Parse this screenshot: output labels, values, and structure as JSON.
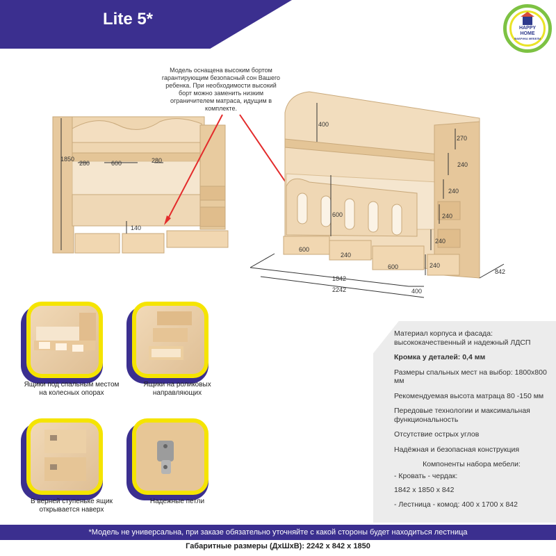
{
  "header": {
    "title": "Lite 5*"
  },
  "logo": {
    "line1": "HAPPY",
    "line2": "HOME",
    "line3": "ФАБРИКА МЕБЕЛИ"
  },
  "note": {
    "text": "Модель оснащена высоким бортом гарантирующим безопасный сон Вашего ребенка. При необходимости высокий борт можно заменить низким ограничителем матраса, идущим в комплекте."
  },
  "dimensions": {
    "left_height": "1850",
    "left_280a": "280",
    "left_600": "600",
    "left_280b": "280",
    "left_140": "140",
    "right_400": "400",
    "right_270": "270",
    "right_240a": "240",
    "right_240b": "240",
    "right_600": "600",
    "right_240c": "240",
    "right_240d": "240",
    "bottom_600a": "600",
    "bottom_240": "240",
    "bottom_600b": "600",
    "bottom_240b": "240",
    "len_1842": "1842",
    "len_2242": "2242",
    "len_400": "400",
    "depth_842": "842"
  },
  "features": [
    {
      "caption": "Ящики под спальным местом на колесных опорах"
    },
    {
      "caption": "Ящики на роликовых направляющих"
    },
    {
      "caption": "В верней ступеньке ящик открывается наверх"
    },
    {
      "caption": "Надежные петли"
    }
  ],
  "specs": {
    "material": "Материал корпуса и фасада: высококачественный и надежный ЛДСП",
    "edge": "Кромка у деталей: 0,4 мм",
    "sleep_sizes": "Размеры спальных мест на выбор: 1800х800 мм",
    "mattress": "Рекомендуемая высота матраца 80 -150 мм",
    "tech": "Передовые технологии и максимальная функциональность",
    "corners": "Отсутствие острых углов",
    "safe": "Надёжная и безопасная конструкция",
    "components_title": "Компоненты набора мебели:",
    "bed_label": "- Кровать - чердак:",
    "bed_size": "1842 х 1850 х 842",
    "ladder": "- Лестница - комод: 400 х 1700 х 842"
  },
  "footer": {
    "warning": "*Модель не универсальна, при заказе обязательно уточняйте с какой стороны будет находиться лестница",
    "overall": "Габаритные размеры (ДхШхВ): 2242 х 842 х 1850"
  },
  "colors": {
    "brand_purple": "#3b2f8f",
    "accent_yellow": "#f5e400",
    "logo_green": "#7dc243",
    "wood": "#ecd3ad"
  }
}
